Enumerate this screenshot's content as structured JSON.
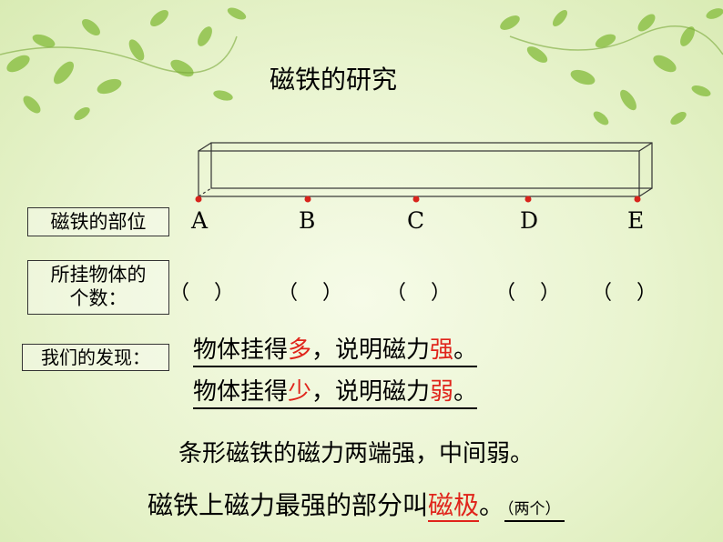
{
  "title": "磁铁的研究",
  "labels": {
    "position": "磁铁的部位",
    "count_line1": "所挂物体的",
    "count_line2": "个数：",
    "findings": "我们的发现："
  },
  "points": [
    "A",
    "B",
    "C",
    "D",
    "E"
  ],
  "blanks": [
    "（ ）",
    "（ ）",
    "（ ）",
    "（ ）",
    "（ ）"
  ],
  "finding1": {
    "pre": "物体挂得",
    "key1": "多",
    "mid": "，说明磁力",
    "key2": "强",
    "post": "。"
  },
  "finding2": {
    "pre": "物体挂得",
    "key1": "少",
    "mid": "，说明磁力",
    "key2": "弱",
    "post": "。"
  },
  "summary": "条形磁铁的磁力两端强，中间弱。",
  "conclusion": {
    "pre": "磁铁上磁力最强的部分叫",
    "answer": "磁极",
    "post": "。",
    "note": "（两个）"
  },
  "colors": {
    "highlight": "#e0241b",
    "dot": "#d8241c"
  }
}
